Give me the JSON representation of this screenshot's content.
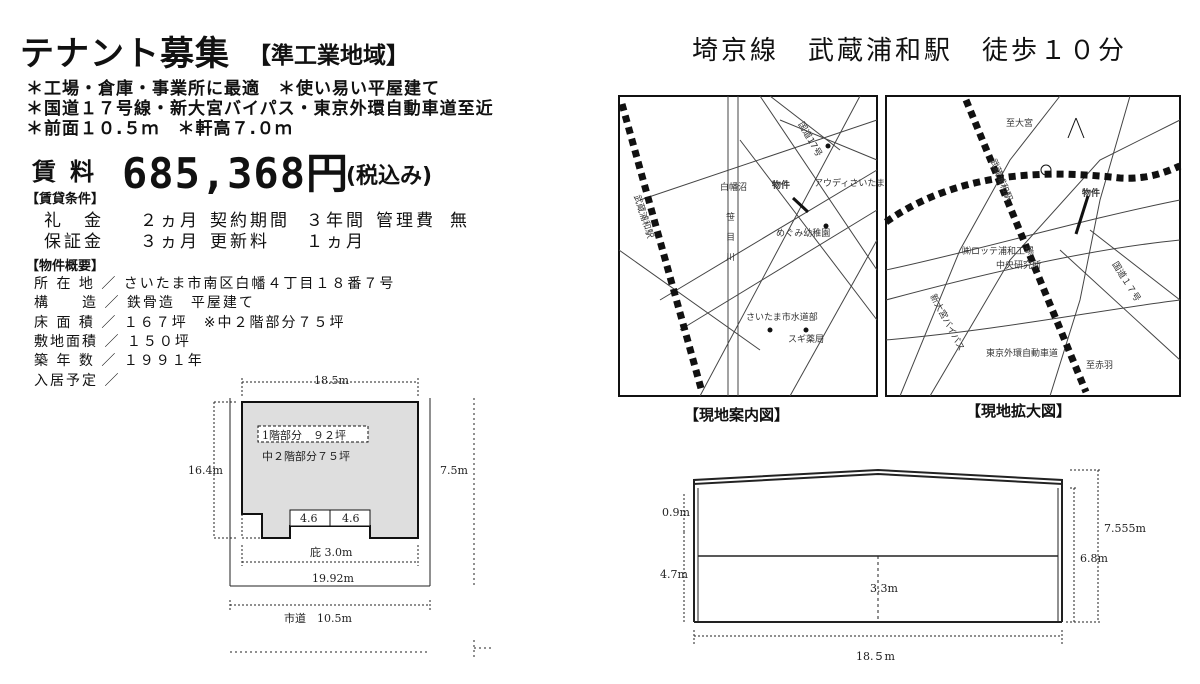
{
  "header": {
    "title": "テナント募集",
    "zone": "【準工業地域】"
  },
  "features": [
    "＊工場・倉庫・事業所に最適　＊使い易い平屋建て",
    "＊国道１７号線・新大宮バイパス・東京外環自動車道至近",
    "＊前面１０.５ｍ　＊軒高７.０ｍ"
  ],
  "rent": {
    "label": "賃料",
    "value": "685,368円",
    "tax": "(税込み)"
  },
  "conditions": {
    "heading": "【賃貸条件】",
    "row1": [
      "礼　金",
      "２ヵ月",
      "契約期間",
      "３年間",
      "管理費",
      "無"
    ],
    "row2": [
      "保証金",
      "３ヵ月",
      "更新料",
      "１ヵ月"
    ]
  },
  "property": {
    "heading": "【物件概要】",
    "rows": [
      "所 在 地 ／ さいたま市南区白幡４丁目１８番７号",
      "構　　造 ／ 鉄骨造　平屋建て",
      "床 面 積 ／ １６７坪　※中２階部分７５坪",
      "敷地面積 ／ １５０坪",
      "築 年 数 ／ １９９１年",
      "入居予定 ／"
    ]
  },
  "station": "埼京線　武蔵浦和駅　徒歩１０分",
  "floorplan": {
    "width_top": "18.5m",
    "height_left": "16.4m",
    "height_right": "7.5m",
    "floor1": "1階部分　９２坪",
    "floor2": "中２階部分７５坪",
    "door1": "4.6",
    "door2": "4.6",
    "eave": "庇 3.0m",
    "width_bottom": "19.92m",
    "road": "市道　10.5m"
  },
  "map1": {
    "caption": "【現地案内図】",
    "labels": {
      "route17": "国道17号",
      "audi": "アウディさいたま",
      "shirahata": "白幡沼",
      "property": "物件",
      "kindergarten": "めぐみ幼稚園",
      "river": [
        "笹",
        "目",
        "川"
      ],
      "waterworks": "さいたま市水道部",
      "pharmacy": "スギ薬局",
      "station": "武蔵浦和駅"
    }
  },
  "map2": {
    "caption": "【現地拡大図】",
    "labels": {
      "omiya": "至大宮",
      "station": "武蔵浦和駅",
      "property": "物件",
      "lotte": "㈱ロッテ浦和工場",
      "lab": "中央研究所",
      "bypass": "新大宮バイパス",
      "route17": "国道１７号",
      "gaikan": "東京外環自動車道",
      "akabane": "至赤羽"
    }
  },
  "elevation": {
    "h_eave_gap": "0.9m",
    "h_left": "4.7m",
    "h_total": "7.555m",
    "h_right": "6.8m",
    "h_mid": "3.3m",
    "width": "18.５m"
  }
}
